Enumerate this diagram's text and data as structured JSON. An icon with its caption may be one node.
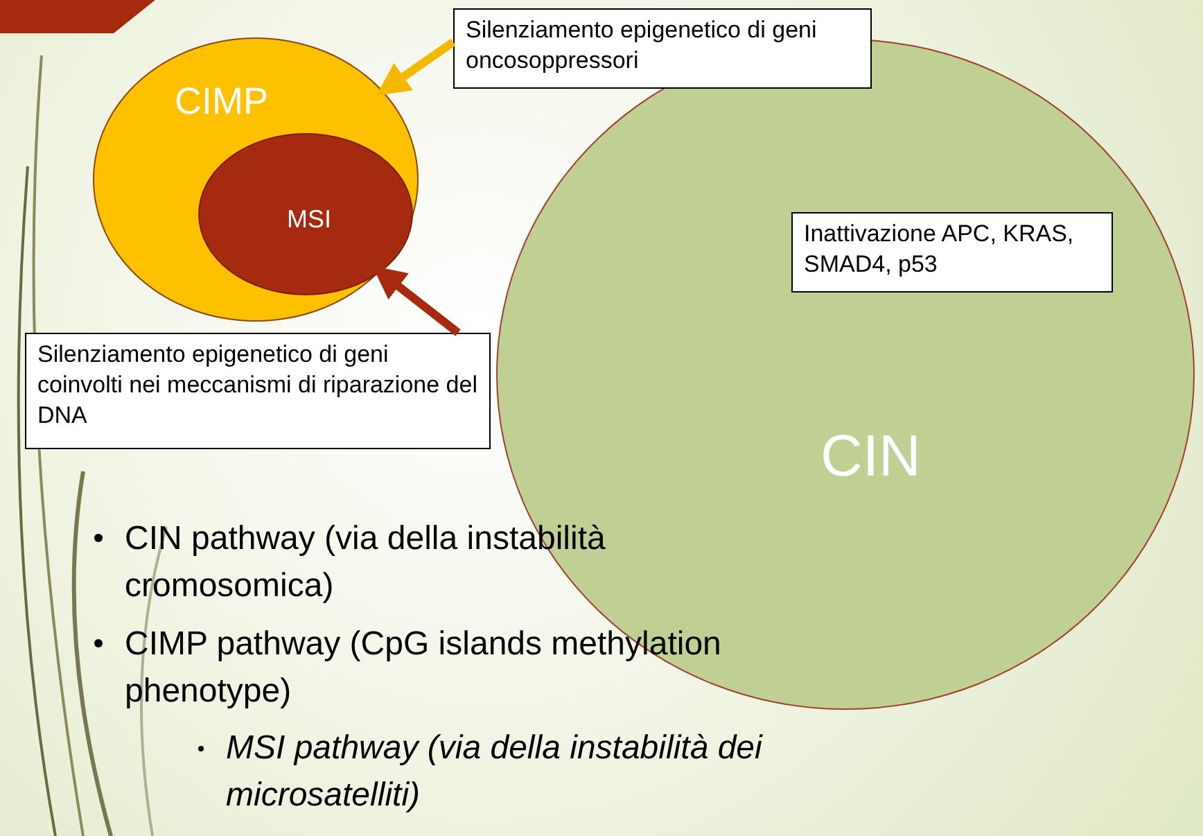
{
  "diagram": {
    "nodes": [
      {
        "text": [
          "CIMP"
        ]
      },
      {
        "text": [
          "MSI"
        ],
        "in": 0
      },
      {
        "text": [
          "CIN"
        ]
      },
      {
        "text": [
          "Inattivazione APC, KRAS, SMAD4, p53"
        ],
        "in": 2
      },
      {
        "text": [
          "Silenziamento epigenetico di geni oncosoppressori"
        ]
      },
      {
        "text": [
          "Silenziamento epigenetico di geni coinvolti nei meccanismi di riparazione del DNA"
        ]
      }
    ],
    "edges": [
      {
        "from": 4,
        "to": 0,
        "arrow": "to",
        "color": "#f5b800"
      },
      {
        "from": 5,
        "to": 1,
        "arrow": "to",
        "color": "#a52a0f"
      }
    ],
    "labels": [
      "CIN pathway (via della instabilità cromosomica)",
      "CIMP pathway (CpG islands methylation phenotype)",
      "MSI pathway (via della instabilità dei microsatelliti)"
    ]
  }
}
